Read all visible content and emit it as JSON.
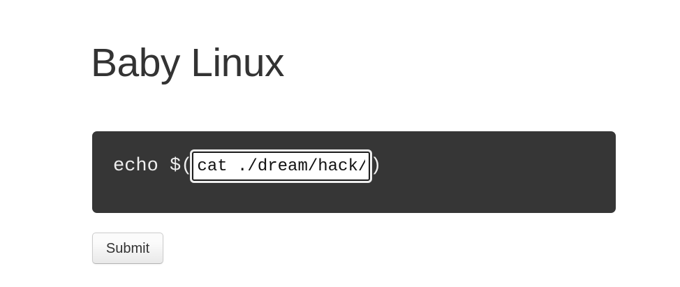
{
  "page": {
    "title": "Baby Linux",
    "background_color": "#ffffff",
    "title_color": "#333333"
  },
  "terminal": {
    "background_color": "#363636",
    "text_color": "#eeeeee",
    "command_prefix": "echo $(",
    "command_suffix": ")",
    "input": {
      "value": "cat ./dream/hack/hell",
      "placeholder": "",
      "focused": true,
      "text_color": "#111111",
      "background_color": "#ffffff"
    }
  },
  "form": {
    "submit_label": "Submit"
  }
}
